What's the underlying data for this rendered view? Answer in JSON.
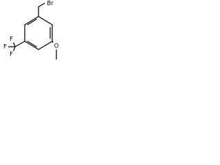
{
  "molecule": {
    "atoms": {
      "bromine": "Br",
      "oxygen": "O",
      "fluorine_1": "F",
      "fluorine_2": "F",
      "fluorine_3": "F"
    },
    "colors": {
      "bond": "#000000",
      "label": "#000000",
      "background": "#ffffff"
    }
  }
}
